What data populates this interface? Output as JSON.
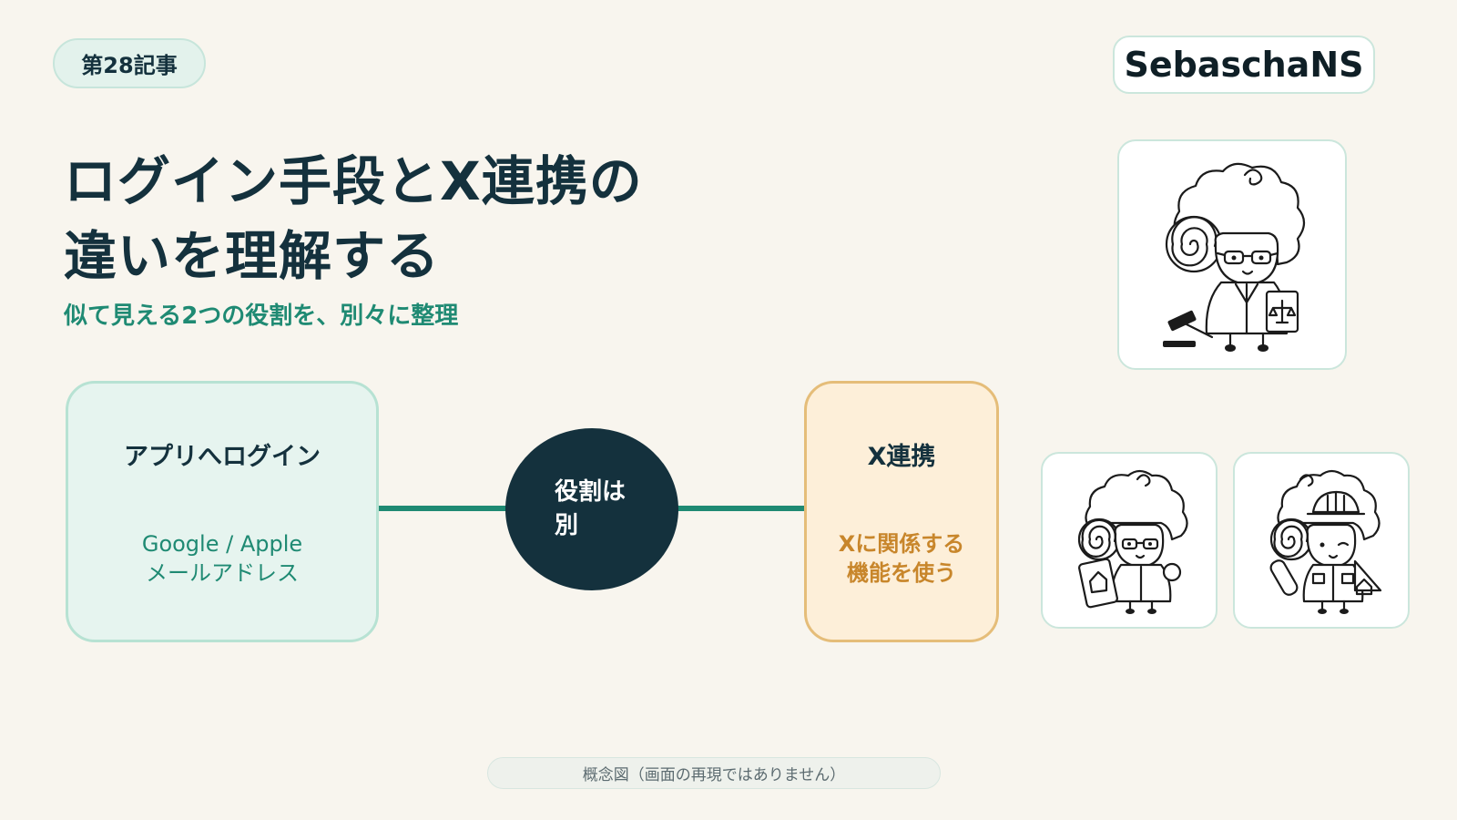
{
  "badge": "第28記事",
  "brand": "SebaschaNS",
  "title": {
    "line1": "ログイン手段とX連携の",
    "line2": "違いを理解する"
  },
  "subtitle": "似て見える2つの役割を、別々に整理",
  "diagram": {
    "left_box": {
      "title": "アプリへログイン",
      "lines": [
        "Google / Apple",
        "メールアドレス"
      ]
    },
    "center": {
      "lines": [
        "役割は",
        "別"
      ]
    },
    "right_box": {
      "title": "X連携",
      "lines": [
        "Xに関係する",
        "機能を使う"
      ]
    }
  },
  "caption": "概念図（画面の再現ではありません）",
  "colors": {
    "background": "#f8f5ee",
    "navy": "#14313d",
    "teal": "#1f8a73",
    "mint_fill": "#e6f4ef",
    "cream_fill": "#fdefd9",
    "amber_text": "#c8862b"
  },
  "icons": {
    "main_character": "sheep-lawyer-icon",
    "character_a": "sheep-realtor-icon",
    "character_b": "sheep-builder-icon"
  }
}
